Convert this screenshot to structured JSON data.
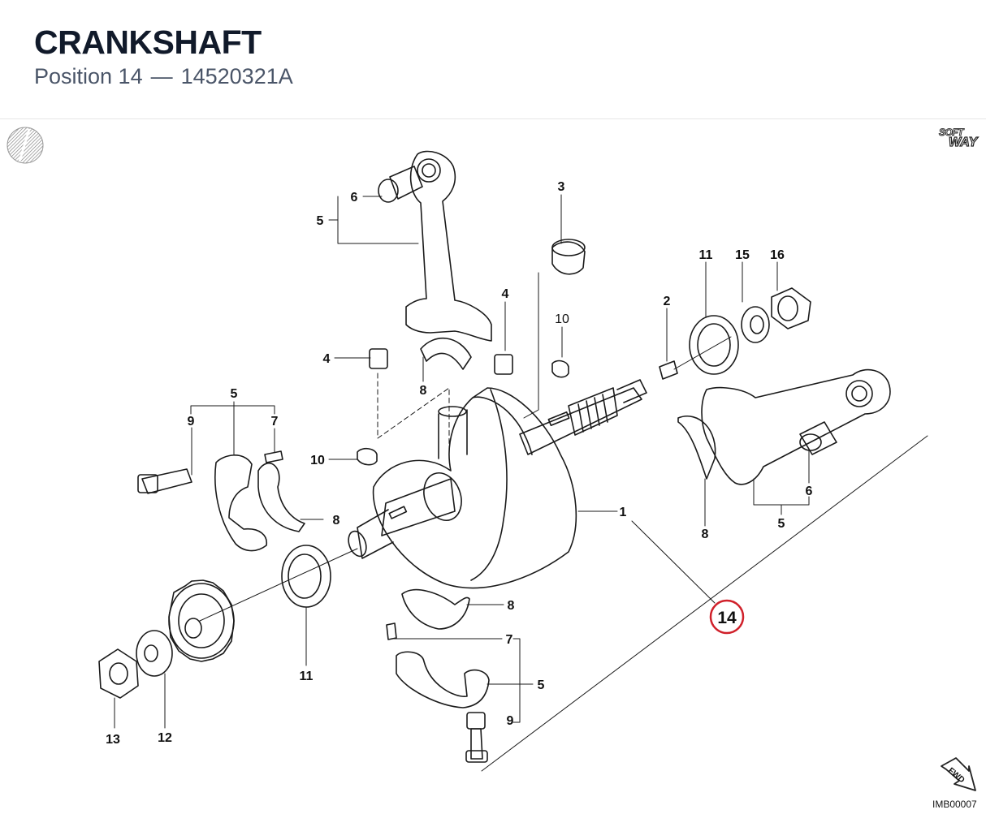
{
  "header": {
    "title": "CRANKSHAFT",
    "position_label": "Position 14",
    "separator": "—",
    "part_number": "14520321A"
  },
  "brand": {
    "line1": "SOFT",
    "line2": "WAY"
  },
  "fwd_label": "FWD",
  "image_code": "IMB00007",
  "highlight": {
    "label": "14",
    "color": "#d0202a"
  },
  "callouts": {
    "c1": "1",
    "c2": "2",
    "c3": "3",
    "c4a": "4",
    "c4b": "4",
    "c5a": "5",
    "c5b": "5",
    "c5c": "5",
    "c5d": "5",
    "c6a": "6",
    "c6b": "6",
    "c7a": "7",
    "c7b": "7",
    "c8a": "8",
    "c8b": "8",
    "c8c": "8",
    "c8d": "8",
    "c9a": "9",
    "c9b": "9",
    "c10a": "10",
    "c10b": "10",
    "c11a": "11",
    "c11b": "11",
    "c12": "12",
    "c13": "13",
    "c15": "15",
    "c16": "16"
  }
}
